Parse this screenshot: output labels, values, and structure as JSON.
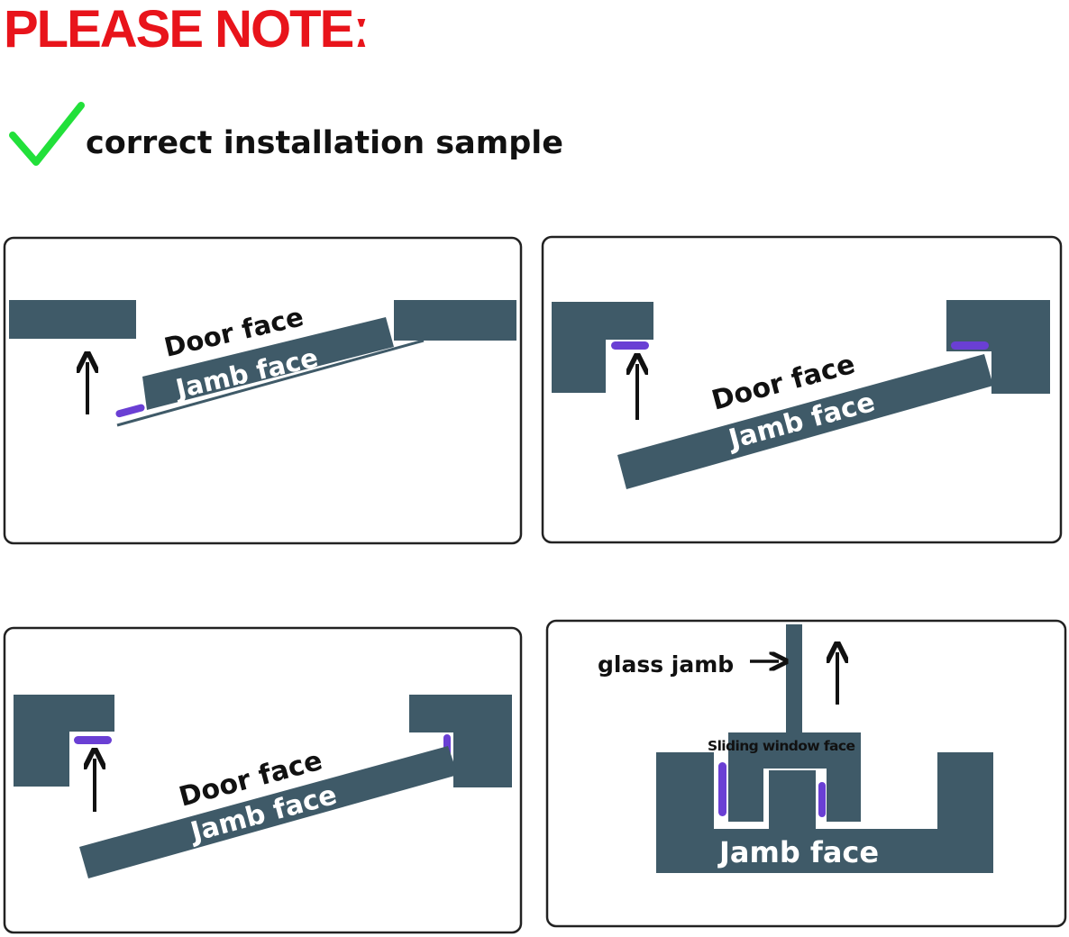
{
  "header": {
    "title": "PLEASE NOTEː",
    "subtitle": "correct installation sample",
    "title_color": "#e8141b",
    "check_color": "#22e03a",
    "check_icon": "checkmark-icon"
  },
  "panels": [
    {
      "door_label": "Door face",
      "jamb_label": "Jamb face"
    },
    {
      "door_label": "Door face",
      "jamb_label": "Jamb face"
    },
    {
      "door_label": "Door face",
      "jamb_label": "Jamb face"
    },
    {
      "glass_label": "glass jamb",
      "window_label": "Sliding window face",
      "jamb_label": "Jamb face"
    }
  ],
  "colors": {
    "wood": "#3f5a68",
    "seal": "#6a3fd4"
  }
}
